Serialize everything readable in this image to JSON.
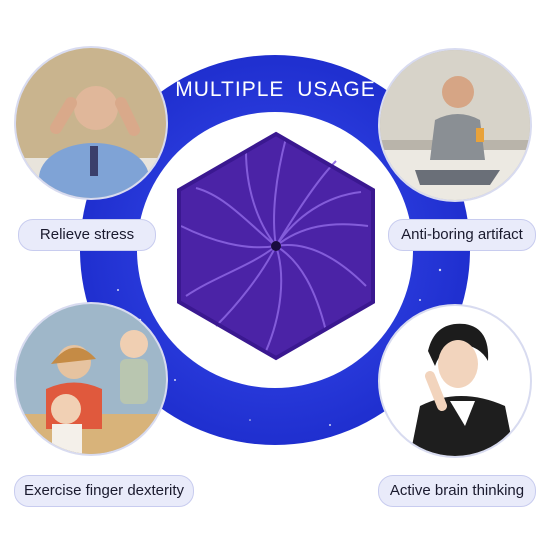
{
  "title": "MULTIPLE USAGE",
  "usages": [
    {
      "label": "Relieve stress",
      "icon": "stressed-man-photo"
    },
    {
      "label": "Anti-boring artifact",
      "icon": "relaxed-man-photo"
    },
    {
      "label": "Exercise finger dexterity",
      "icon": "children-playing-photo"
    },
    {
      "label": "Active brain thinking",
      "icon": "thinking-woman-photo"
    }
  ],
  "colors": {
    "ring": "#2b3cdc",
    "product": "#5b2fb8",
    "pill_bg": "#e9ebfa"
  }
}
